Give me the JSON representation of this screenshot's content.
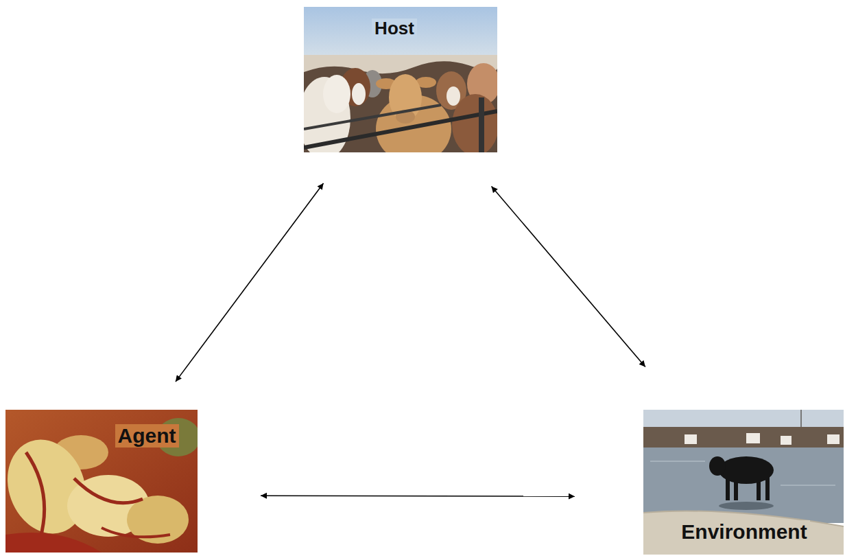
{
  "diagram": {
    "nodes": [
      {
        "text": [
          "Host"
        ]
      },
      {
        "text": [
          "Agent"
        ]
      },
      {
        "text": [
          "Environment"
        ]
      }
    ],
    "edges": [
      {
        "from": 0,
        "to": 1,
        "arrow": "both"
      },
      {
        "from": 0,
        "to": 2,
        "arrow": "both"
      },
      {
        "from": 1,
        "to": 2,
        "arrow": "both"
      }
    ]
  }
}
